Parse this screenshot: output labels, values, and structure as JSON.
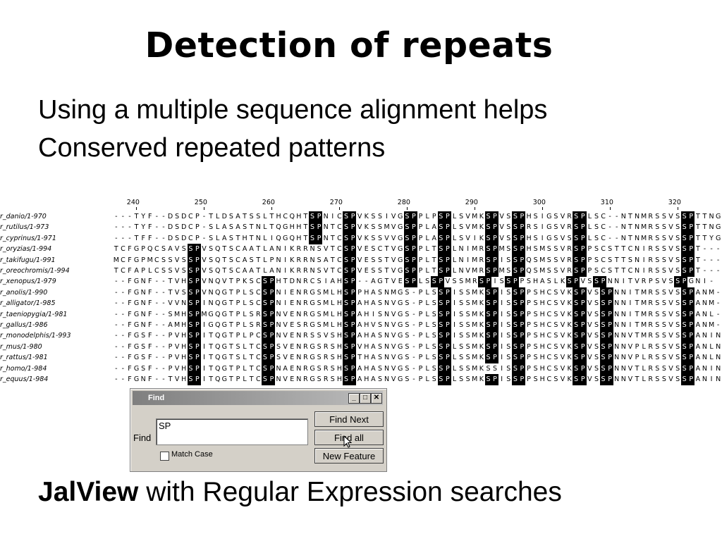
{
  "slide": {
    "title": "Detection of repeats",
    "line1": "Using a multiple sequence alignment helps",
    "line2": "Conserved repeated patterns",
    "caption_bold": "JalView",
    "caption_rest": " with Regular Expression searches"
  },
  "alignment": {
    "ruler": [
      "240",
      "250",
      "260",
      "270",
      "280",
      "290",
      "300",
      "310",
      "320"
    ],
    "rows": [
      {
        "name": "r_danio/1-970",
        "seq": "---TYF--DSDCP-TLDSATSSLTHCQHTSPNICSPVKSSIVGSPPLPSPLSVMKSPVSSPHSIGSVRSPLSC--NTNMRSSVSSPTTNG"
      },
      {
        "name": "r_rutilus/1-973",
        "seq": "---TYF--DSDCP-SLASASTNLTQGHHTSPNTCSPVKSSMVGSPPLASPLSVMKSPVSSPRSIGSVRSPLSC--NTNMRSSVSSPTTNG"
      },
      {
        "name": "r_cyprinus/1-971",
        "seq": "---TFF--DSDCP-SLASTHTNLIQGQHTSPNTCSPVKSSVVGSPPLASPLSVIKSPVSSPHSIGSVSSPLSC--NTNMRSSVSSPTTYG"
      },
      {
        "name": "r_oryzias/1-994",
        "seq": "TCFGPQCSAVSSPVSQTSCAATLANIKRRNSVTCSPVESCTVGSPPLTSPLNIMRSPMSSPHSMSSVRSPPSCSTTCNIRSSVSSPT---"
      },
      {
        "name": "r_takifugu/1-991",
        "seq": "MCFGPMCSSVSSPVSQTSCASTLPNIKRRNSATCSPVESSTVGSPPLTSPLNIMRSPISSPQSMSSVRSPPSCSTTSNIRSSVSSPT---"
      },
      {
        "name": "r_oreochromis/1-994",
        "seq": "TCFAPLCSSVSSPVSQTSCAATLANIKRRNSVTCSPVESSTVGSPPLTSPLNVMRSPMSSPQSMSSVRSPPSCSTTCNIRSSVSSPT---"
      },
      {
        "name": "r_xenopus/1-979",
        "seq": "--FGNF--TVHSPVNQVTPKSCSPHTDNRCSIAHSP--AGTVESPLSSPVSSMRSPISSPPSHASLKSPVSSPNNITVRPSVSSPGNI-"
      },
      {
        "name": "r_anolis/1-990",
        "seq": "--FGNF--TVSSPVNQGTPLSCSPNIENRGSMLHSPPHASNMGS-PLSSPISSMKSPISSPPSHCSVKSPVSSPNNITMRSSVSSPANM-"
      },
      {
        "name": "r_alligator/1-985",
        "seq": "--FGNF--VVNSPINQGTPLSCSPNIENRGSMLHSPAHASNVGS-PLSSPISSMKSPISSPPSHCSVKSPVSSPNNITMRSSVSSPANM-"
      },
      {
        "name": "r_taeniopygia/1-981",
        "seq": "--FGNF--SMHSPMGQGTPLSRSPNVENRGSMLHSPAHISNVGS-PLSSPISSMKSPISSPPSHCSVKSPVSSPNNITMRSSVSSPANL-"
      },
      {
        "name": "r_gallus/1-986",
        "seq": "--FGNF--AMHSPIGQGTPLSRSPNVESRGSMLHSPAHVSNVGS-PLSSPISSMKSPISSPPSHCSVKSPVSSPNNITMRSSVSSPANM-"
      },
      {
        "name": "r_monodelphis/1-993",
        "seq": "--FGSF--PVHSPITQGTPLPCSPNVENRSSVSHSPAHASNVGS-PLSSPISSMKSPISSPPSHCSVKSPVSSPNNVTMRSSVSSPANIN"
      },
      {
        "name": "r_mus/1-980",
        "seq": "--FGSF--PVHSPITQGTSLTCSPSVENRGSRSHSPVHASNVGS-PLSSPLSSMKSPISSPPSHCSVKSPVSSPNNVPLRSSVSSPANLN"
      },
      {
        "name": "r_rattus/1-981",
        "seq": "--FGSF--PVHSPITQGTSLTCSPSVENRGSRSHSPTHASNVGS-PLSSPLSSMKSPISSPPSHCSVKSPVSSPNNVPLRSSVSSPANLN"
      },
      {
        "name": "r_homo/1-984",
        "seq": "--FGSF--PVHSPITQGTPLTCSPNAENRGSRSHSPAHASNVGS-PLSSPLSSMKSSISSPPSHCSVKSPVSSPNNVTLRSSVSSPANIN"
      },
      {
        "name": "r_equus/1-984",
        "seq": "--FGNF--TVHSPITQGTPLTCSPNVENRGSRSHSPAHASNVGS-PLSSPLSSMKSPISSPPSHCSVKSPVSSPNNVTLRSSVSSPANIN"
      }
    ]
  },
  "dialog": {
    "title": "Find",
    "find_label": "Find",
    "query": "SP",
    "match_case": "Match Case",
    "find_next": "Find Next",
    "find_all": "Find all",
    "new_feature": "New Feature",
    "minimize": "_",
    "maximize": "□",
    "close": "✕"
  }
}
